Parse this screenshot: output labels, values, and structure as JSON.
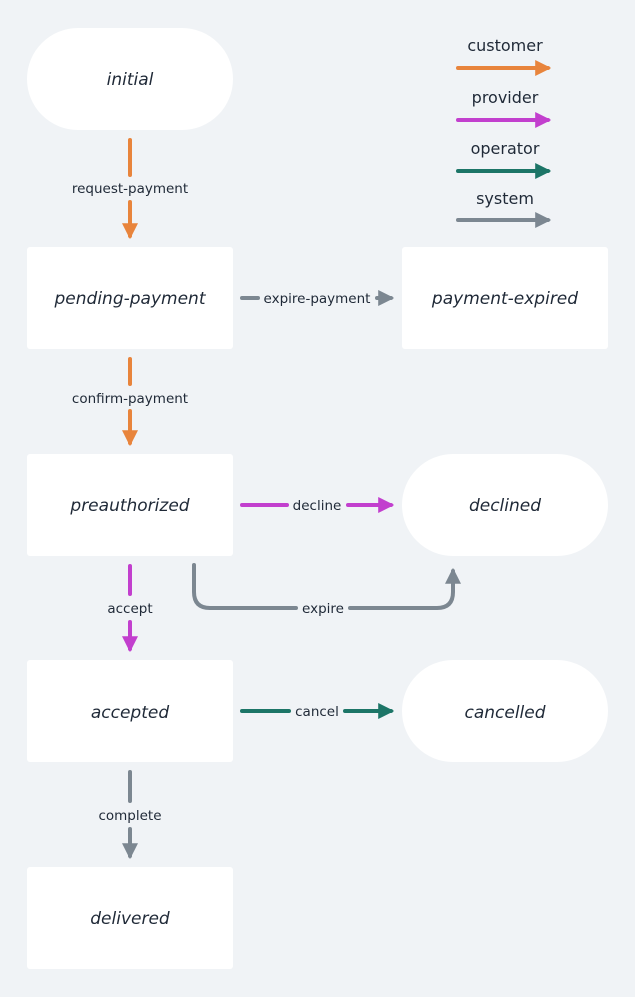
{
  "colors": {
    "customer": "#e8843c",
    "provider": "#c23fce",
    "operator": "#1c7567",
    "system": "#7c8791",
    "node_fill": "#ffffff",
    "background": "#f0f3f6"
  },
  "legend": {
    "customer": "customer",
    "provider": "provider",
    "operator": "operator",
    "system": "system"
  },
  "states": {
    "initial": "initial",
    "pending_payment": "pending-payment",
    "payment_expired": "payment-expired",
    "preauthorized": "preauthorized",
    "declined": "declined",
    "accepted": "accepted",
    "cancelled": "cancelled",
    "delivered": "delivered"
  },
  "transitions": {
    "request_payment": "request-payment",
    "expire_payment": "expire-payment",
    "confirm_payment": "confirm-payment",
    "decline": "decline",
    "expire": "expire",
    "accept": "accept",
    "cancel": "cancel",
    "complete": "complete"
  }
}
